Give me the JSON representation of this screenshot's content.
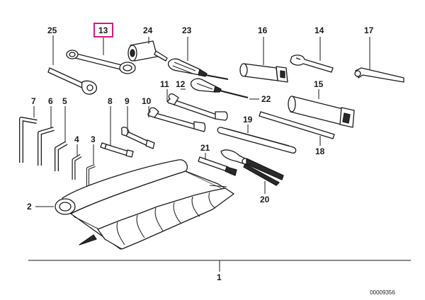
{
  "diagram": {
    "highlight_color": "#e0157f",
    "line_color": "#1a1a1a",
    "part_labels": {
      "p1": "1",
      "p2": "2",
      "p3": "3",
      "p4": "4",
      "p5": "5",
      "p6": "6",
      "p7": "7",
      "p8": "8",
      "p9": "9",
      "p10": "10",
      "p11": "11",
      "p12": "12",
      "p13": "13",
      "p14": "14",
      "p15": "15",
      "p16": "16",
      "p17": "17",
      "p18": "18",
      "p19": "19",
      "p20": "20",
      "p21": "21",
      "p22": "22",
      "p23": "23",
      "p24": "24",
      "p25": "25"
    },
    "highlighted_part": "13",
    "reference_code": "00009356"
  }
}
